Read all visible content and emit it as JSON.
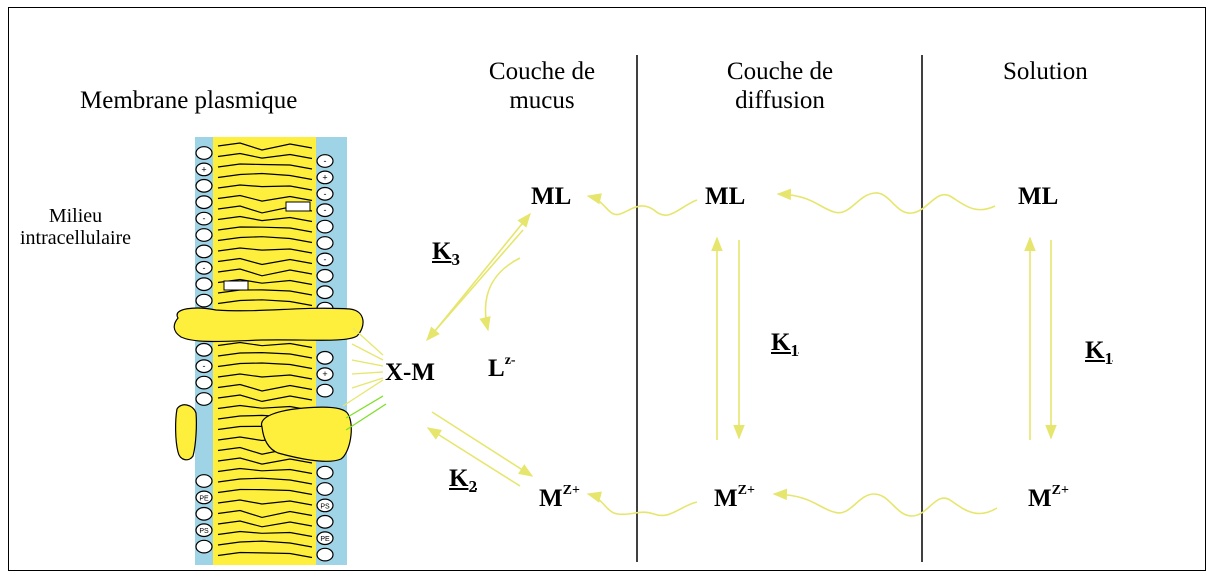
{
  "colors": {
    "membrane_blue": "#9fd3e6",
    "lipid_yellow": "#ffef3d",
    "arrow_yellow": "#e6e66e",
    "green": "#7ee02a"
  },
  "labels": {
    "membrane": "Membrane plasmique",
    "intracellular_1": "Milieu",
    "intracellular_2": "intracellulaire",
    "mucus_1": "Couche de",
    "mucus_2": "mucus",
    "diffusion_1": "Couche de",
    "diffusion_2": "diffusion",
    "solution": "Solution"
  },
  "species": {
    "ml": "ML",
    "xm": "X-M",
    "l": "L",
    "l_charge": "z-",
    "m": "M",
    "m_charge": "Z+"
  },
  "constants": {
    "k": "K",
    "k1_sub": "1",
    "k2_sub": "2",
    "k3_sub": "3"
  },
  "membrane_marks": {
    "pe": "PE",
    "ps": "PS",
    "plus": "+",
    "minus": "-"
  }
}
